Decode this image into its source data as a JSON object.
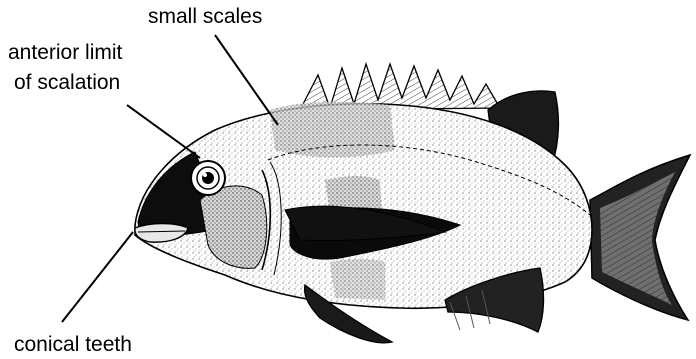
{
  "labels": {
    "small_scales": "small scales",
    "anterior_line1": "anterior limit",
    "anterior_line2": "of scalation",
    "conical_teeth": "conical teeth"
  },
  "colors": {
    "ink": "#000000",
    "body": "#ffffff",
    "stipple": "#bdbdbd",
    "dark_patch": "#111111"
  }
}
